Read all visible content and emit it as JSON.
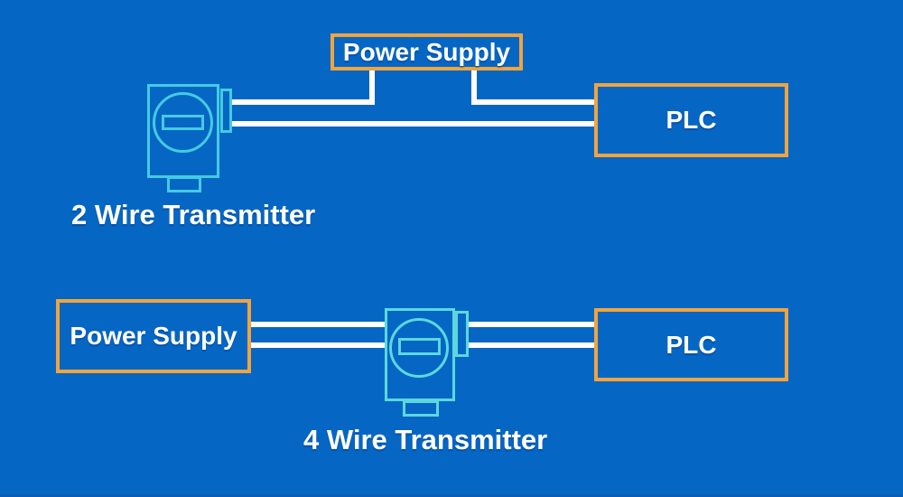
{
  "colors": {
    "background": "#0666C4",
    "box_border": "#F0A43E",
    "wire": "#FFFFFF",
    "transmitter_stroke_top": "#44CBE1",
    "transmitter_stroke_bottom": "#5CD8DC",
    "text": "#FFFFFF",
    "bottom_edge": "#0A5DB3"
  },
  "two_wire": {
    "label": "2 Wire Transmitter",
    "power_supply": "Power Supply",
    "plc": "PLC"
  },
  "four_wire": {
    "label": "4 Wire Transmitter",
    "power_supply": "Power Supply",
    "plc": "PLC"
  }
}
